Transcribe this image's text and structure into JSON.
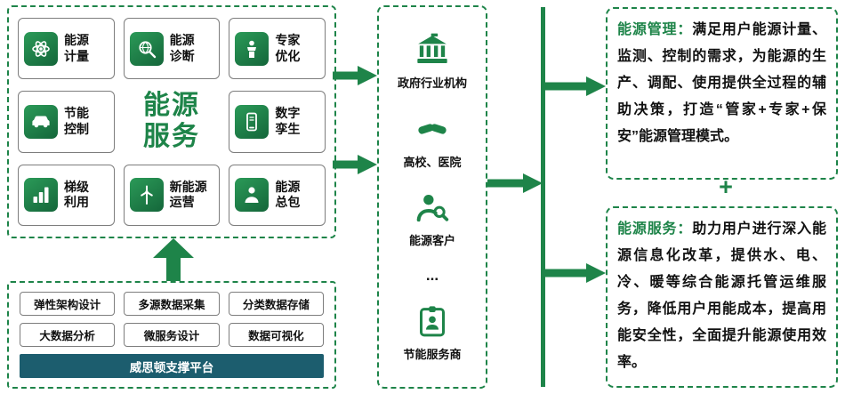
{
  "colors": {
    "green": "#1E8449",
    "green_dark": "#14663A",
    "teal": "#1C5D6E"
  },
  "services": {
    "title_line1": "能源",
    "title_line2": "服务",
    "items": [
      {
        "icon": "atom-icon",
        "line1": "能源",
        "line2": "计量"
      },
      {
        "icon": "magnifier-globe-icon",
        "line1": "能源",
        "line2": "诊断"
      },
      {
        "icon": "expert-icon",
        "line1": "专家",
        "line2": "优化"
      },
      {
        "icon": "car-icon",
        "line1": "节能",
        "line2": "控制"
      },
      {
        "icon": "digital-twin-icon",
        "line1": "数字",
        "line2": "孪生"
      },
      {
        "icon": "cascade-icon",
        "line1": "梯级",
        "line2": "利用"
      },
      {
        "icon": "wind-turbine-icon",
        "line1": "新能源",
        "line2": "运营"
      },
      {
        "icon": "person-icon",
        "line1": "能源",
        "line2": "总包"
      }
    ]
  },
  "platform": {
    "items": [
      "弹性架构设计",
      "多源数据采集",
      "分类数据存储",
      "大数据分析",
      "微服务设计",
      "数据可视化"
    ],
    "bar_label": "威思顿支撑平台"
  },
  "customers": {
    "items": [
      {
        "icon": "bank-icon",
        "label": "政府行业机构"
      },
      {
        "icon": "handshake-icon",
        "label": "高校、医院"
      },
      {
        "icon": "customer-search-icon",
        "label": "能源客户"
      },
      {
        "icon": "badge-icon",
        "label": "节能服务商"
      }
    ],
    "ellipsis": "..."
  },
  "right": {
    "management": {
      "lead": "能源管理：",
      "text": "满足用户能源计量、监测、控制的需求，为能源的生产、调配、使用提供全过程的辅助决策，打造“管家+专家+保安”能源管理模式。"
    },
    "plus": "+",
    "service": {
      "lead": "能源服务：",
      "text": "助力用户进行深入能源信息化改革，提供水、电、冷、暖等综合能源托管运维服务，降低用户用能成本，提高用能安全性，全面提升能源使用效率。"
    }
  }
}
